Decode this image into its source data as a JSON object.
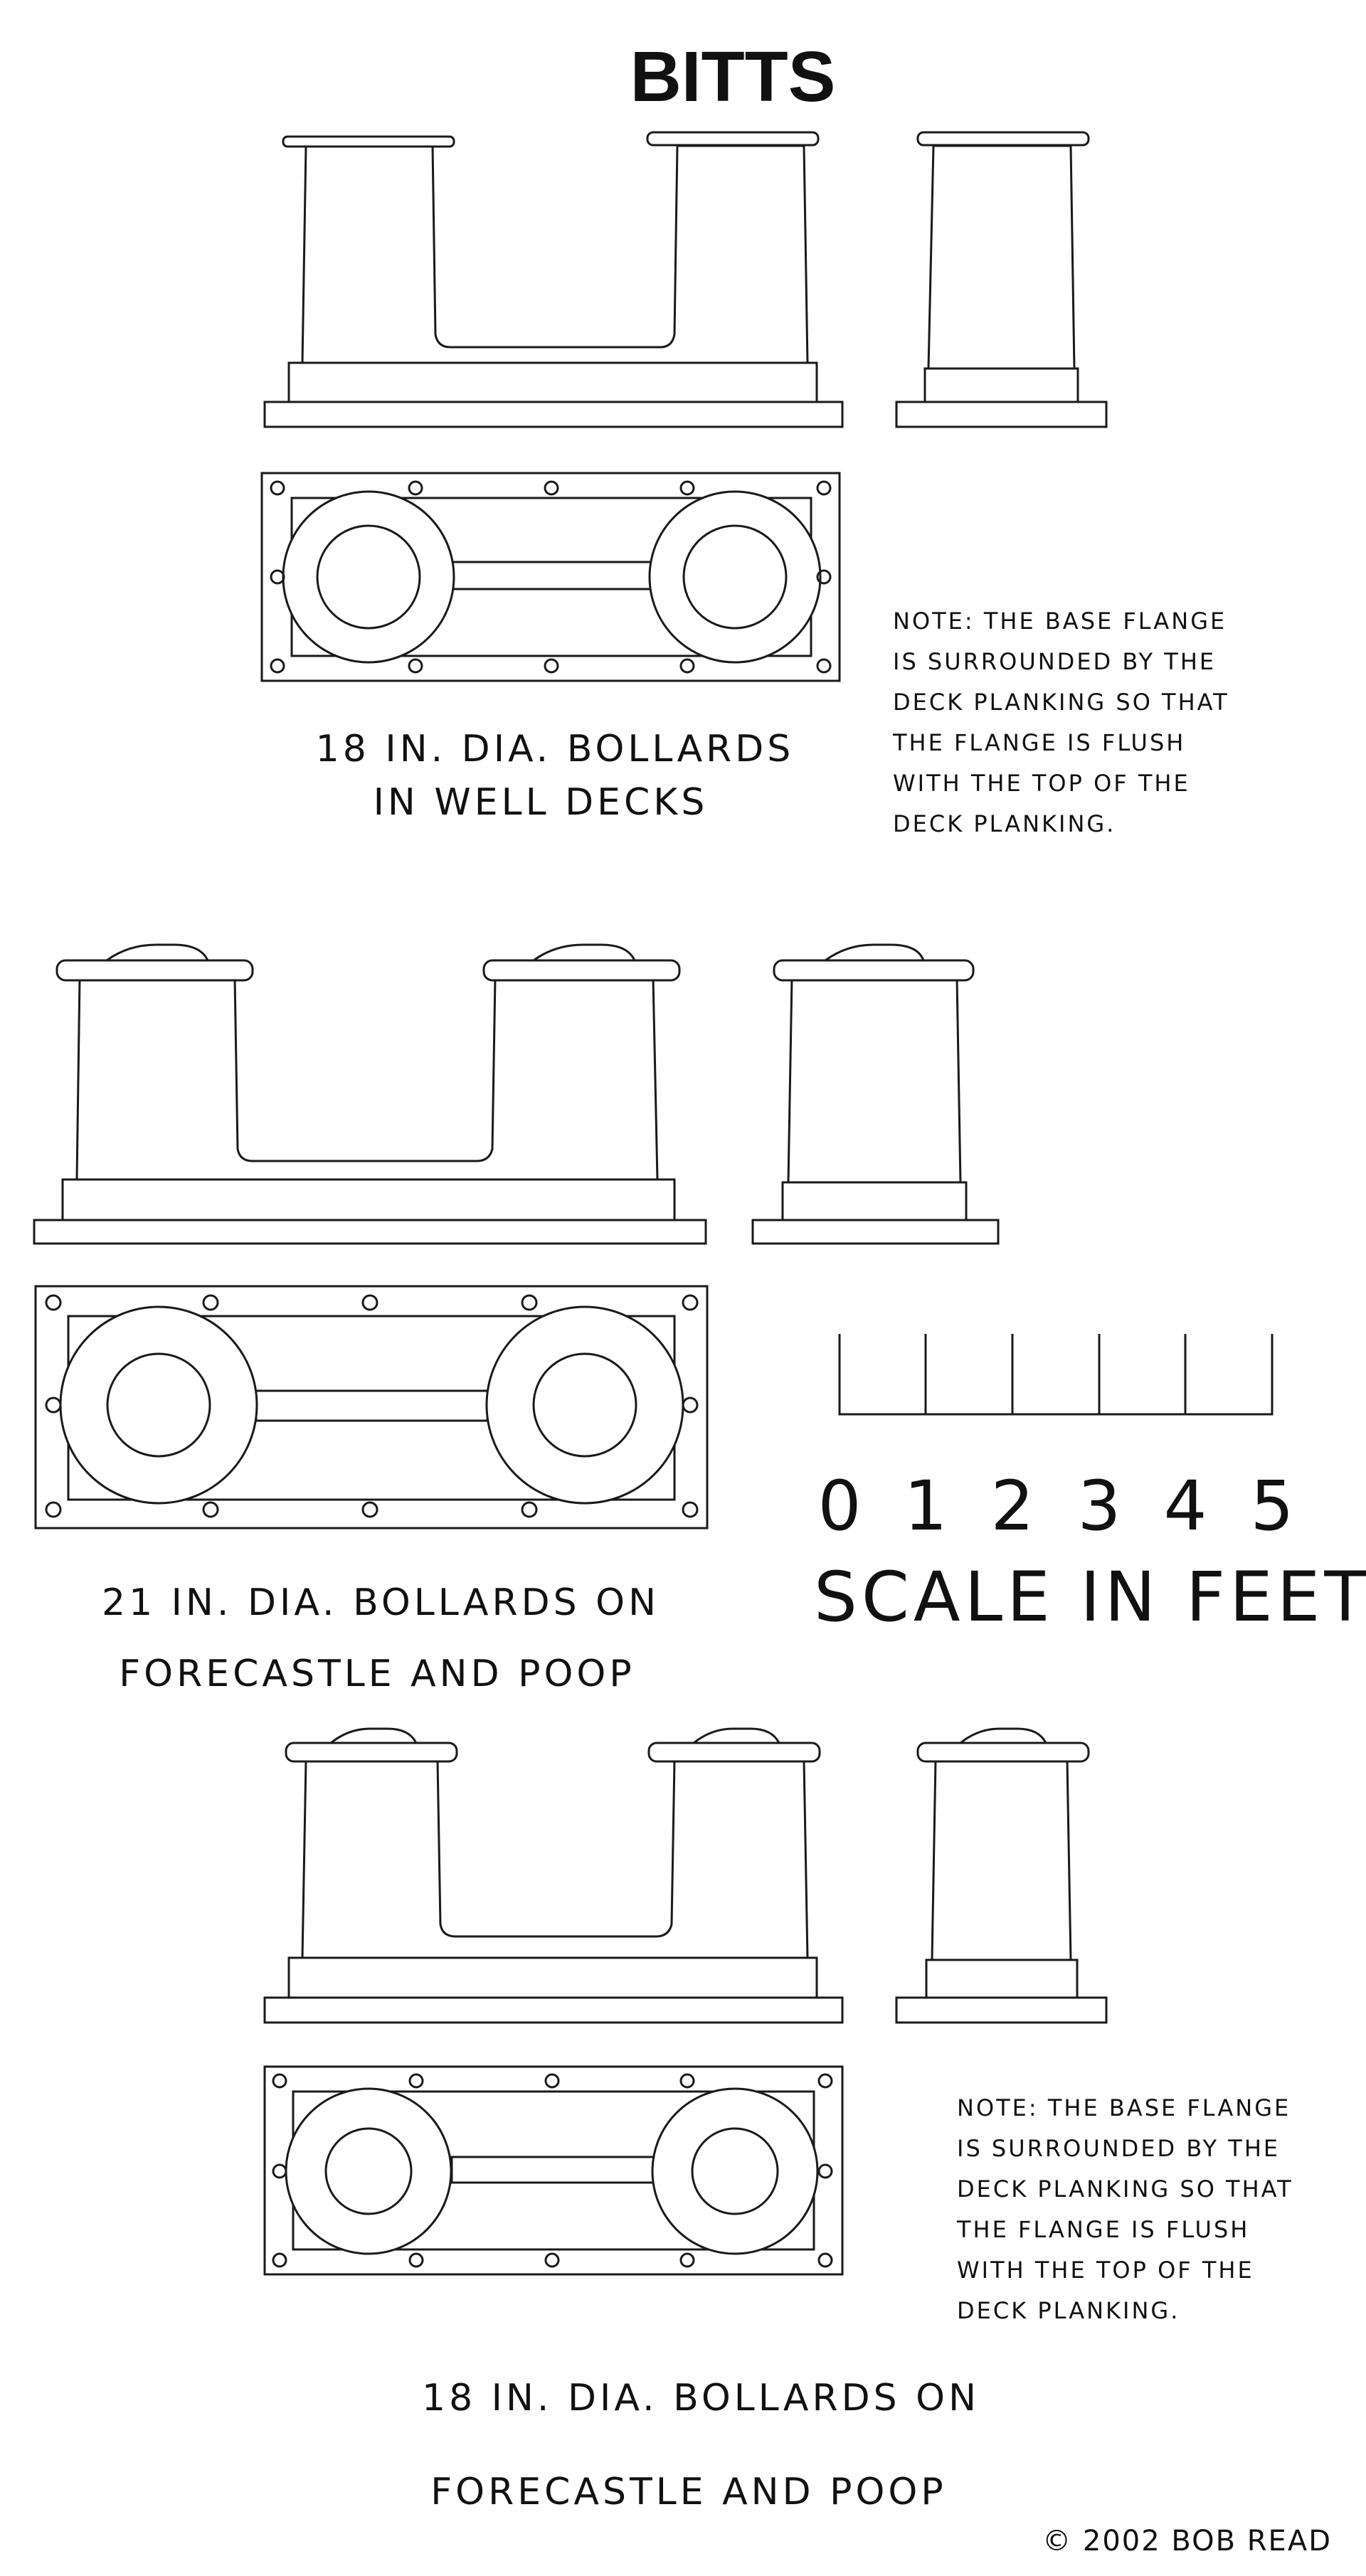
{
  "title": "BITTS",
  "sections": [
    {
      "caption_line1": "18 IN. DIA. BOLLARDS",
      "caption_line2": "IN WELL DECKS",
      "note_lines": [
        "NOTE: THE BASE FLANGE",
        "IS SURROUNDED BY THE",
        "DECK PLANKING SO THAT",
        "THE FLANGE IS FLUSH",
        "WITH THE TOP OF THE",
        "DECK PLANKING."
      ]
    },
    {
      "caption_line1": "21 IN. DIA. BOLLARDS ON",
      "caption_line2": "FORECASTLE AND POOP"
    },
    {
      "caption_line1": "18 IN. DIA. BOLLARDS ON",
      "caption_line2": "FORECASTLE AND POOP",
      "note_lines": [
        "NOTE: THE BASE FLANGE",
        "IS SURROUNDED BY THE",
        "DECK PLANKING SO THAT",
        "THE FLANGE IS FLUSH",
        "WITH THE TOP OF THE",
        "DECK PLANKING."
      ]
    }
  ],
  "scale": {
    "numbers": [
      "0",
      "1",
      "2",
      "3",
      "4",
      "5"
    ],
    "label": "SCALE IN FEET"
  },
  "copyright": "© 2002 BOB READ"
}
